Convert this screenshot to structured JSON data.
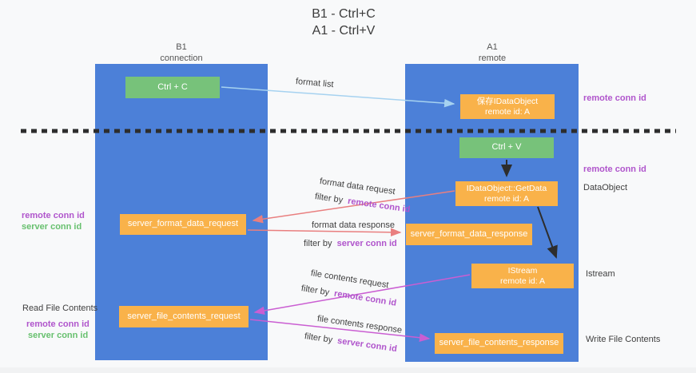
{
  "title": {
    "line1": "B1 - Ctrl+C",
    "line2": "A1 - Ctrl+V"
  },
  "lifelines": {
    "left": {
      "name": "B1",
      "role": "connection"
    },
    "right": {
      "name": "A1",
      "role": "remote"
    }
  },
  "nodes": {
    "ctrl_c": {
      "label": "Ctrl + C"
    },
    "saved_dataobject": {
      "line1": "保存IDataObject",
      "line2": "remote id: A"
    },
    "ctrl_v": {
      "label": "Ctrl + V"
    },
    "getdata": {
      "line1": "IDataObject::GetData",
      "line2": "remote id: A"
    },
    "format_request": {
      "label": "server_format_data_request"
    },
    "format_response": {
      "label": "server_format_data_response"
    },
    "istream": {
      "line1": "IStream",
      "line2": "remote id: A"
    },
    "file_request": {
      "label": "server_file_contents_request"
    },
    "file_response": {
      "label": "server_file_contents_response"
    }
  },
  "arrow_labels": {
    "format_list": "format list",
    "format_data_request": "format data request",
    "format_data_response": "format data response",
    "file_contents_request": "file contents request",
    "file_contents_response": "file contents response",
    "filter_by": "filter by",
    "remote_conn_id": "remote conn id",
    "server_conn_id": "server conn id"
  },
  "side_labels": {
    "remote_conn_id": "remote conn id",
    "server_conn_id": "server conn id",
    "dataobject": "DataObject",
    "istream": "Istream",
    "read_file_contents": "Read File Contents",
    "write_file_contents": "Write File Contents"
  },
  "colors": {
    "lifeline_blue": "#4c80d8",
    "node_green": "#77c27a",
    "node_orange": "#f9b24a",
    "arrow_lightblue": "#a6d2f0",
    "arrow_red": "#e97f7f",
    "arrow_magenta": "#ca5ed2",
    "arrow_black": "#2d2d2d",
    "label_purple": "#b055cc",
    "label_green": "#67c06e"
  }
}
